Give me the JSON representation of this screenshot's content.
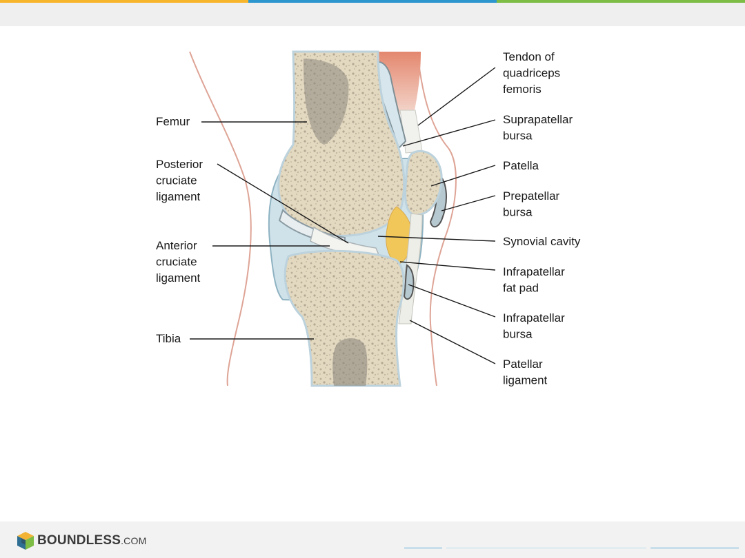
{
  "header": {
    "stripe_colors": [
      "#f7b52b",
      "#2d96cf",
      "#7dbd45"
    ],
    "background": "#efefef"
  },
  "diagram": {
    "labels": {
      "femur": "Femur",
      "pcl": [
        "Posterior",
        "cruciate",
        "ligament"
      ],
      "acl": [
        "Anterior",
        "cruciate",
        "ligament"
      ],
      "tibia": "Tibia",
      "quad_tendon": [
        "Tendon of",
        "quadriceps",
        "femoris"
      ],
      "suprapatellar": [
        "Suprapatellar",
        "bursa"
      ],
      "patella": "Patella",
      "prepatellar": [
        "Prepatellar",
        "bursa"
      ],
      "synovial": "Synovial cavity",
      "fat_pad": [
        "Infrapatellar",
        "fat pad"
      ],
      "infra_bursa": [
        "Infrapatellar",
        "bursa"
      ],
      "patellar_lig": [
        "Patellar",
        "ligament"
      ]
    },
    "colors": {
      "bone": "#e6dcc6",
      "marrow": "#8c887e",
      "capsule": "#cfe2ea",
      "muscle": "#e4876e",
      "fat": "#f2c75a",
      "skin": "#dea496"
    }
  },
  "footer": {
    "logo_icon": "boundless-cube-icon",
    "brand_name": "BOUNDLESS",
    "brand_suffix": ".COM"
  }
}
